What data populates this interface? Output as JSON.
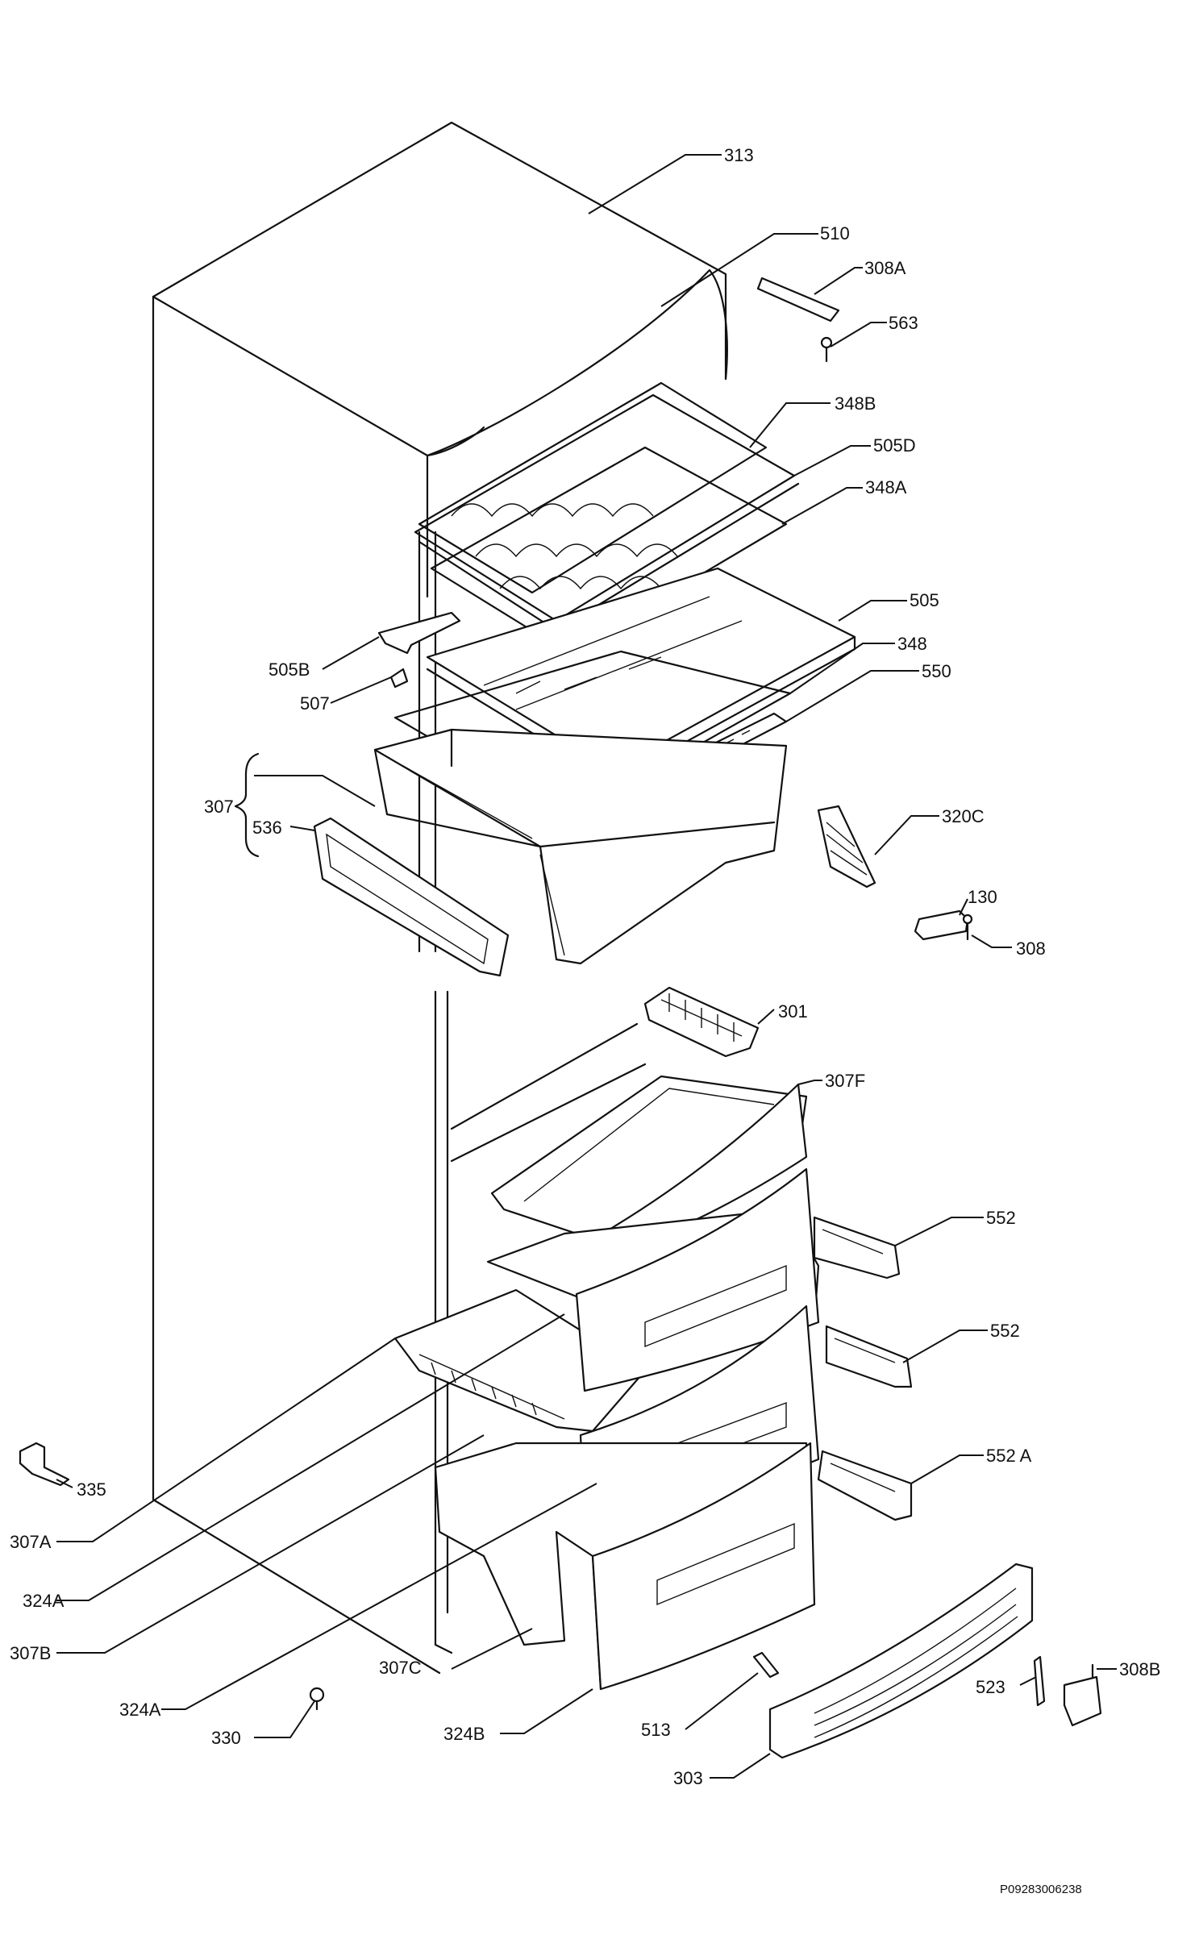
{
  "labels": {
    "l313": "313",
    "l510": "510",
    "l308a": "308A",
    "l563": "563",
    "l348b": "348B",
    "l505d": "505D",
    "l348a": "348A",
    "l505": "505",
    "l505b": "505B",
    "l348": "348",
    "l507": "507",
    "l550": "550",
    "l307": "307",
    "l536": "536",
    "l320c": "320C",
    "l130": "130",
    "l308": "308",
    "l301": "301",
    "l307f": "307F",
    "l552a1": "552",
    "l552a2": "552",
    "l552b": "552 A",
    "l335": "335",
    "l307a": "307A",
    "l324a1": "324A",
    "l307b": "307B",
    "l307c": "307C",
    "l324a2": "324A",
    "l330": "330",
    "l324b": "324B",
    "l513": "513",
    "l523": "523",
    "l308b": "308B",
    "l303": "303"
  },
  "drawing_code": "P09283006238"
}
